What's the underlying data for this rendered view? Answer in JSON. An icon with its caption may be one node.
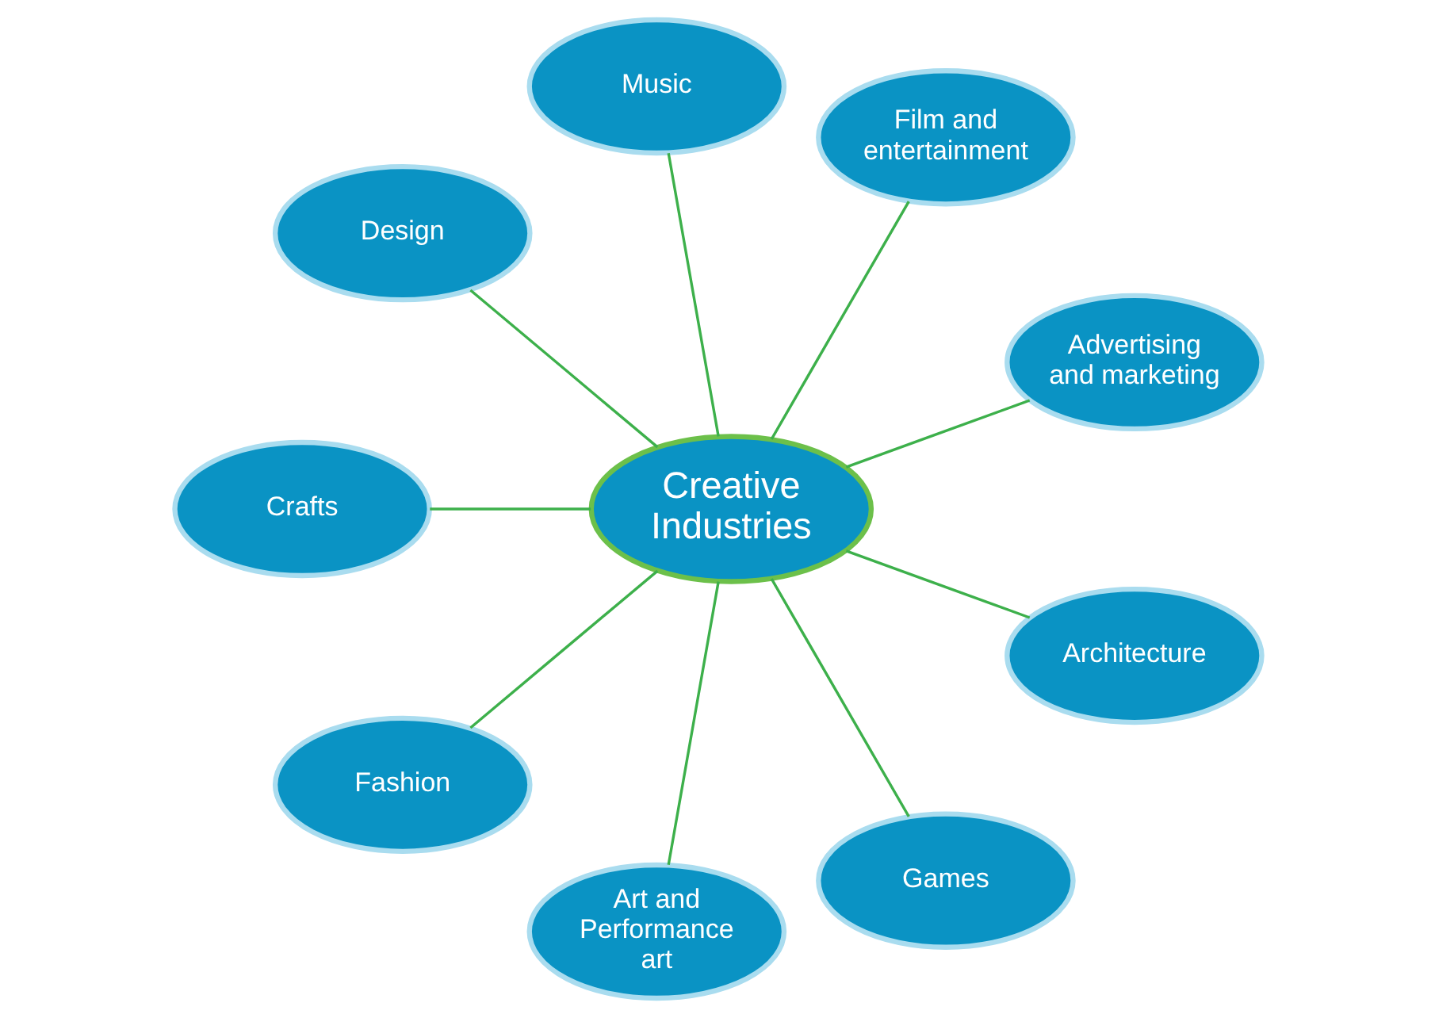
{
  "diagram": {
    "nodes": [
      {
        "text": [
          "Advertising and marketing"
        ]
      },
      {
        "text": [
          "Film and entertainment"
        ]
      },
      {
        "text": [
          "Music"
        ]
      },
      {
        "text": [
          "Design"
        ]
      },
      {
        "text": [
          "Crafts"
        ]
      },
      {
        "text": [
          "Creative Industries"
        ]
      },
      {
        "text": [
          "Fashion"
        ]
      },
      {
        "text": [
          "Art and Performance art"
        ]
      },
      {
        "text": [
          "Games"
        ]
      },
      {
        "text": [
          "Architecture"
        ]
      }
    ],
    "edges": [
      {
        "from": 5,
        "to": 0,
        "arrow": "none"
      },
      {
        "from": 5,
        "to": 2,
        "arrow": "none"
      },
      {
        "from": 5,
        "to": 3,
        "arrow": "none"
      },
      {
        "from": 5,
        "to": 6,
        "arrow": "none"
      },
      {
        "from": 5,
        "to": 8,
        "arrow": "none"
      },
      {
        "from": 5,
        "to": 9,
        "arrow": "none"
      },
      {
        "from": 5,
        "to": 7,
        "arrow": "none"
      },
      {
        "from": 5,
        "to": 4,
        "arrow": "none"
      },
      {
        "from": 5,
        "to": 1,
        "arrow": "none"
      }
    ]
  }
}
